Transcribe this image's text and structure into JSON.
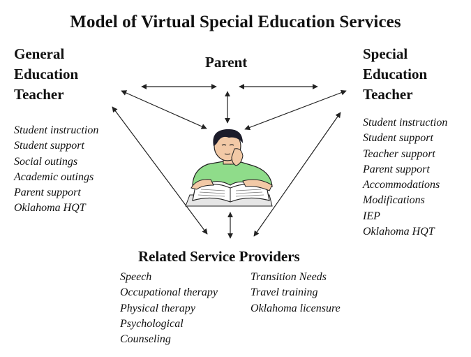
{
  "title": "Model of Virtual Special Education Services",
  "nodes": {
    "general_ed": {
      "heading": [
        "General",
        "Education",
        "Teacher"
      ],
      "items": [
        "Student instruction",
        "Student support",
        "Social outings",
        "Academic outings",
        "Parent support",
        "Oklahoma HQT"
      ]
    },
    "parent": {
      "heading": "Parent"
    },
    "special_ed": {
      "heading": [
        "Special",
        "Education",
        "Teacher"
      ],
      "items": [
        "Student instruction",
        "Student support",
        "Teacher support",
        "Parent support",
        "Accommodations",
        "Modifications",
        "IEP",
        "Oklahoma HQT"
      ]
    },
    "related": {
      "heading": "Related Service Providers",
      "items_left": [
        "Speech",
        "Occupational therapy",
        "Physical therapy",
        "Psychological",
        "Counseling"
      ],
      "items_right": [
        "Transition Needs",
        "Travel training",
        "Oklahoma licensure"
      ]
    }
  },
  "center_image": "student-reading-icon",
  "colors": {
    "text": "#111111",
    "arrow": "#222222",
    "shirt": "#8fdc8a",
    "hair": "#1c1c2a",
    "skin": "#f2c9a6"
  }
}
